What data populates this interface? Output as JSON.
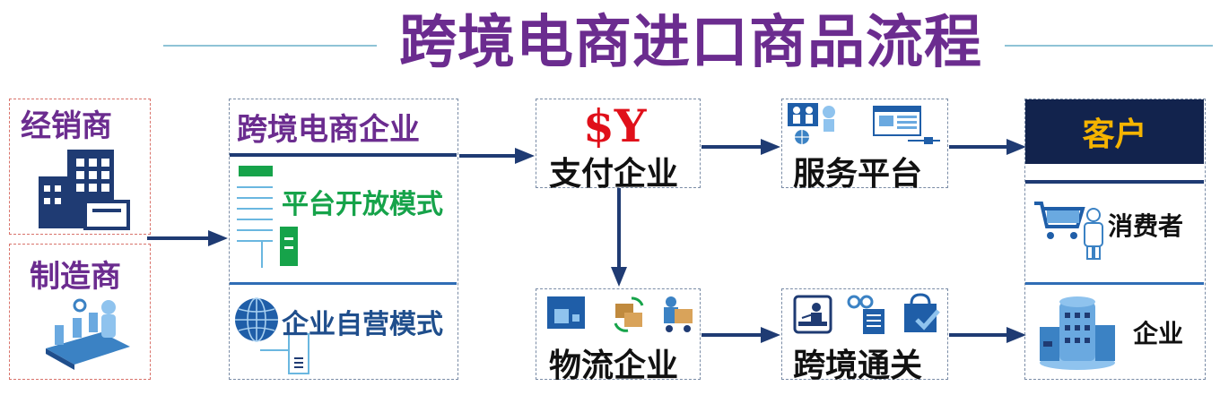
{
  "title": "跨境电商进口商品流程",
  "source": {
    "distributor": "经销商",
    "manufacturer": "制造商"
  },
  "ecommerce": {
    "heading": "跨境电商企业",
    "mode_open": "平台开放模式",
    "mode_self": "企业自营模式"
  },
  "payment": {
    "symbol": "$Y",
    "label": "支付企业"
  },
  "service": {
    "label": "服务平台"
  },
  "logistics": {
    "label": "物流企业"
  },
  "customs": {
    "label": "跨境通关"
  },
  "customer": {
    "heading": "客户",
    "consumer": "消费者",
    "enterprise": "企业"
  },
  "colors": {
    "title": "#6b2c8f",
    "navy": "#1f3b73",
    "green": "#16a34a",
    "gold": "#f5b400",
    "border": "#7a8ca6",
    "red_border": "#d9736b"
  }
}
